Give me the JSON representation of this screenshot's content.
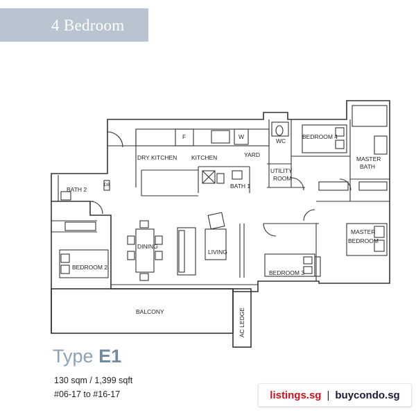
{
  "header": {
    "title": "4 Bedroom"
  },
  "plan": {
    "rooms": {
      "dry_kitchen": "DRY KITCHEN",
      "kitchen": "KITCHEN",
      "yard": "YARD",
      "wc": "WC",
      "utility_room_line1": "UTILITY",
      "utility_room_line2": "ROOM",
      "bedroom4": "BEDROOM 4",
      "master_bath_line1": "MASTER",
      "master_bath_line2": "BATH",
      "bath2": "BATH 2",
      "bath1": "BATH 1",
      "dining": "DINING",
      "living": "LIVING",
      "bedroom2": "BEDROOM 2",
      "bedroom3": "BEDROOM 3",
      "master_bedroom_line1": "MASTER",
      "master_bedroom_line2": "BEDROOM",
      "balcony": "BALCONY",
      "ac_ledge": "AC LEDGE",
      "fridge_mark": "F",
      "washer_mark": "W",
      "db_mark": "DB"
    }
  },
  "unit": {
    "type_prefix": "Type",
    "type_code": "E1",
    "area": "130 sqm / 1,399 sqft",
    "units": "#06-17 to #16-17"
  },
  "branding": {
    "site1": "listings.sg",
    "separator": "|",
    "site2": "buycondo.sg"
  }
}
